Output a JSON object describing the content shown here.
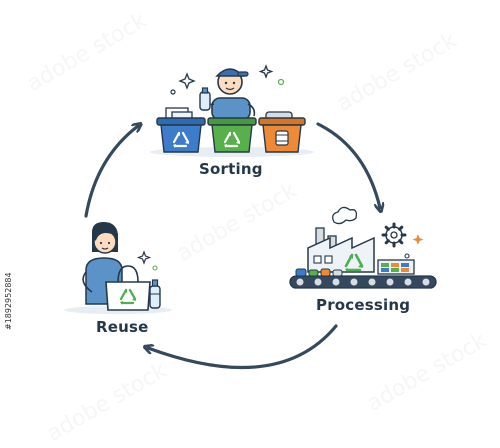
{
  "stages": {
    "sorting": "Sorting",
    "processing": "Processing",
    "reuse": "Reuse"
  },
  "watermark": {
    "brand": "adobe stock",
    "id": "#1892952884"
  },
  "colors": {
    "ink": "#24384a",
    "arrow": "#34495e",
    "bin_blue": "#3d7cc9",
    "bin_green": "#57b04a",
    "bin_orange": "#ee8a35",
    "recycle_green": "#4caf50",
    "skin": "#ffdcc0",
    "shirt": "#5b93c9"
  },
  "icons": [
    "recycle-icon",
    "gear-icon",
    "sparkle-icon",
    "plastic-bottle-icon",
    "tote-bag-icon",
    "factory-icon",
    "conveyor-belt-icon"
  ]
}
